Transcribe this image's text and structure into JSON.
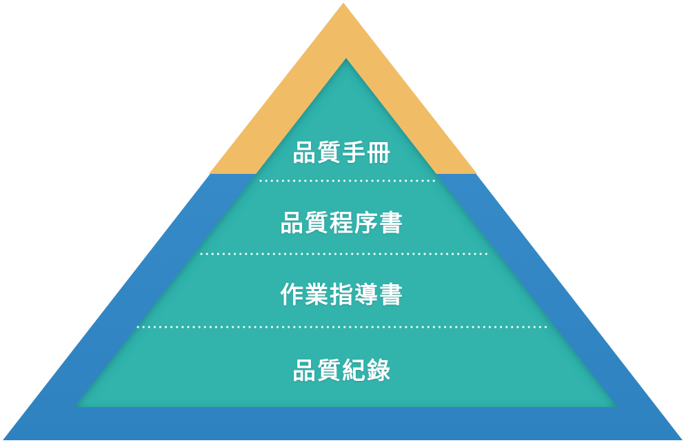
{
  "colors": {
    "apex": "#f0bd66",
    "outer": "#3589c6",
    "inner": "#31b3ac",
    "separator": "#ffffff"
  },
  "levels": [
    {
      "label": "品質手冊"
    },
    {
      "label": "品質程序書"
    },
    {
      "label": "作業指導書"
    },
    {
      "label": "品質紀錄"
    }
  ]
}
